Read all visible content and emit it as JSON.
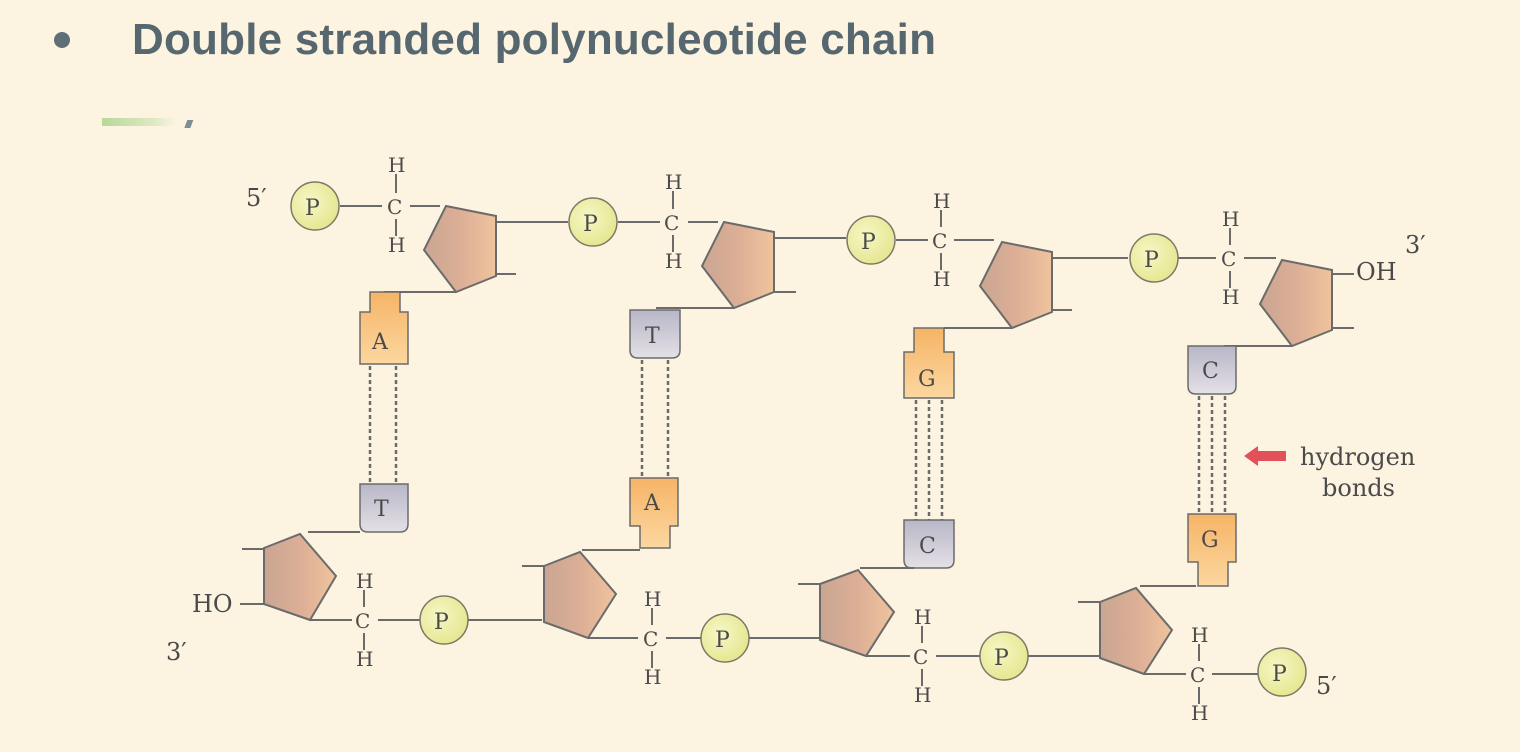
{
  "slide": {
    "bullet": "●",
    "title": "Double stranded polynucleotide chain"
  },
  "diagram": {
    "top_strand": {
      "start_label": "5′",
      "end_label": "3′",
      "end_group": "OH",
      "bases": [
        "A",
        "T",
        "G",
        "C"
      ]
    },
    "bottom_strand": {
      "start_label": "3′",
      "start_group": "HO",
      "end_label": "5′",
      "bases": [
        "T",
        "A",
        "C",
        "G"
      ]
    },
    "phosphate_label": "P",
    "carbon_label": "C",
    "hydrogen_label": "H",
    "annotation": {
      "line1": "hydrogen",
      "line2": "bonds"
    },
    "colors": {
      "purine_fill": "#f8c47c",
      "pyrimidine_fill": "#cdc9d6",
      "sugar_fill": "#dcae96",
      "phosphate_fill": "#eef09a",
      "arrow": "#e2505a",
      "line": "#6b6b6b"
    }
  }
}
